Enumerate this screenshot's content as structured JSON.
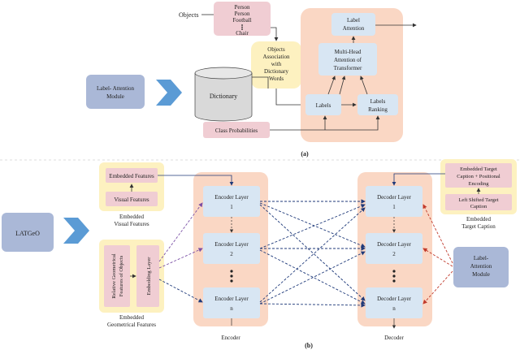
{
  "part_a": {
    "objects_label": "Objects",
    "object_items": [
      "Person",
      "Person",
      "Football",
      "Chair"
    ],
    "association": [
      "Objects",
      "Association",
      "with",
      "Dictionary",
      "Words"
    ],
    "module_label": [
      "Label- Attention",
      "Module"
    ],
    "dictionary": "Dictionary",
    "label_attention": [
      "Label",
      "Attention"
    ],
    "multihead": [
      "Multi-Head",
      "Attention of",
      "Transformer"
    ],
    "labels": "Labels",
    "labels_ranking": [
      "Labels",
      "Ranking"
    ],
    "class_probabilities": "Class Probabilities",
    "caption": "(a)"
  },
  "part_b": {
    "latgeo": "LATGeO",
    "embedded_features": "Embedded Features",
    "visual_features": "Visual Features",
    "embedded_visual": [
      "Embedded",
      "Visual Features"
    ],
    "relative_geom": [
      "Relative Geometrical",
      "Features of Objects"
    ],
    "embedding_layer": "Embedding Layer",
    "embedded_geom": [
      "Embedded",
      "Geometrical Features"
    ],
    "encoder_layers": [
      [
        "Encoder Layer",
        "1"
      ],
      [
        "Encoder Layer",
        "2"
      ],
      [
        "Encoder Layer",
        "n"
      ]
    ],
    "decoder_layers": [
      [
        "Decoder Layer",
        "1"
      ],
      [
        "Decoder Layer",
        "2"
      ],
      [
        "Decoder Layer",
        "n"
      ]
    ],
    "encoder": "Encoder",
    "decoder": "Decoder",
    "target_embed": [
      "Embedded Target",
      "Caption + Positional",
      "Encoding"
    ],
    "left_shifted": [
      "Left Shifted Target",
      "Caption"
    ],
    "embedded_target": [
      "Embedded",
      "Target Caption"
    ],
    "label_attention_module": [
      "Label-",
      "Attention",
      "Module"
    ],
    "caption": "(b)"
  },
  "colors": {
    "pink": "#f0cdd3",
    "yellow": "#fdf1c0",
    "peach": "#fad7c4",
    "blue_box": "#d8e6f3",
    "module_blue": "#aab8d7",
    "chevron": "#5b9bd5",
    "purple_arrow": "#7a4fa5",
    "navy_arrow": "#1f3a7a",
    "red_arrow": "#c0392b"
  }
}
